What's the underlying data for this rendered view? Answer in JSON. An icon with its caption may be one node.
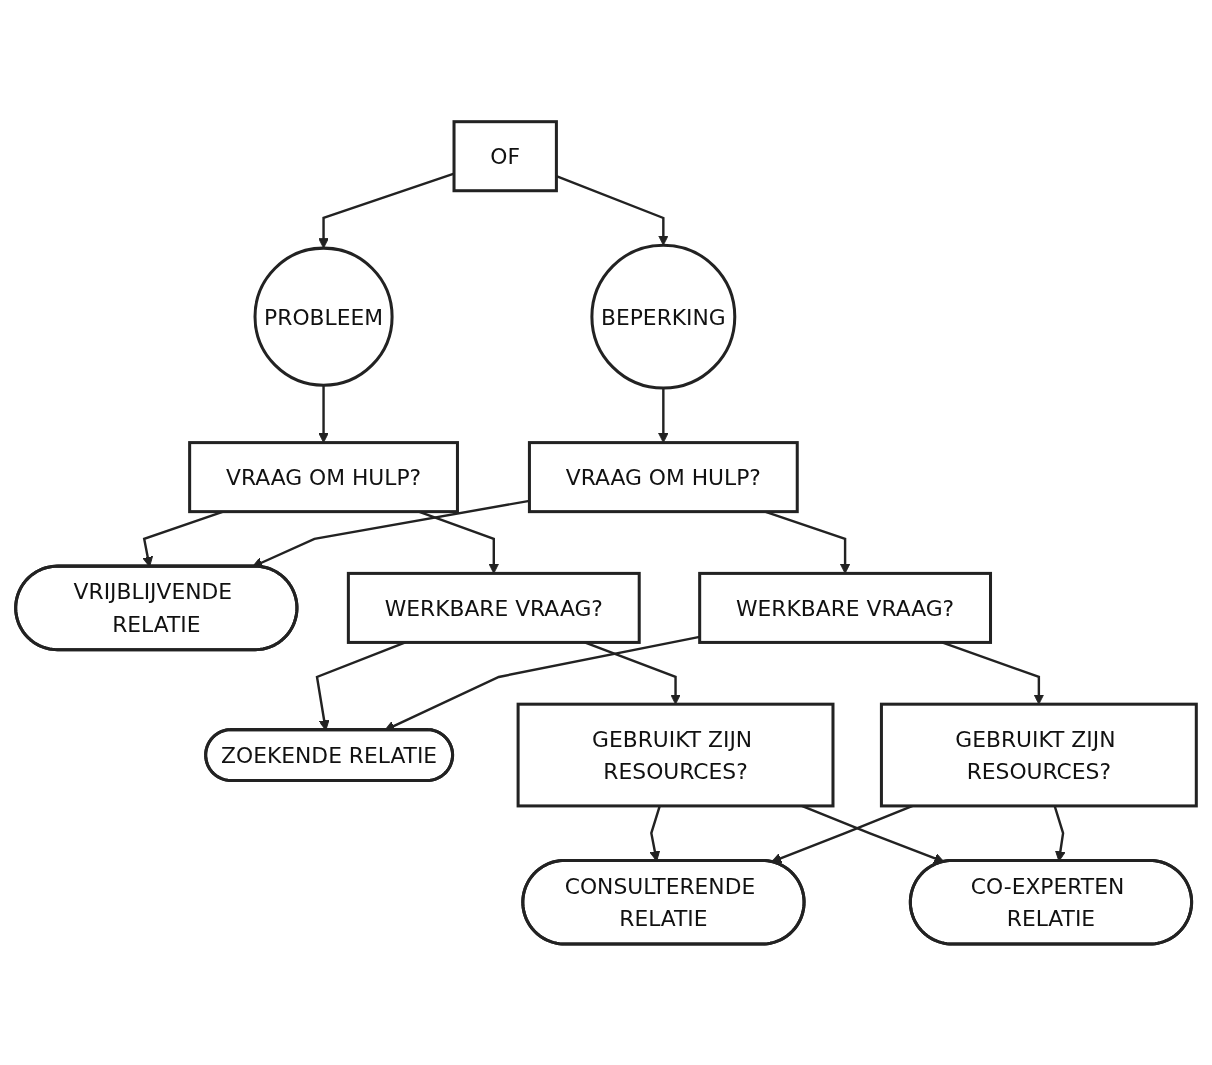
{
  "diagram": {
    "nodes": [
      {
        "text": [
          "OF"
        ]
      },
      {
        "text": [
          "PROBLEEM"
        ]
      },
      {
        "text": [
          "BEPERKING"
        ]
      },
      {
        "text": [
          "VRAAG OM HULP?"
        ]
      },
      {
        "text": [
          "VRIJBLIJVENDE RELATIE"
        ]
      },
      {
        "text": [
          "VRAAG OM HULP?"
        ]
      },
      {
        "text": [
          "WERKBARE VRAAG?"
        ]
      },
      {
        "text": [
          "ZOEKENDE RELATIE"
        ]
      },
      {
        "text": [
          "WERKBARE VRAAG?"
        ]
      },
      {
        "text": [
          "GEBRUIKT ZIJN RESOURCES?"
        ]
      },
      {
        "text": [
          "CONSULTERENDE RELATIE"
        ]
      },
      {
        "text": [
          "GEBRUIKT ZIJN RESOURCES?"
        ]
      },
      {
        "text": [
          "CO-EXPERTEN RELATIE"
        ]
      }
    ],
    "edges": [
      {
        "from": 0,
        "to": 1,
        "arrow": "to"
      },
      {
        "from": 0,
        "to": 2,
        "arrow": "to"
      },
      {
        "from": 1,
        "to": 3,
        "arrow": "to"
      },
      {
        "from": 2,
        "to": 5,
        "arrow": "to"
      },
      {
        "from": 3,
        "to": 4,
        "arrow": "to"
      },
      {
        "from": 5,
        "to": 4,
        "arrow": "to"
      },
      {
        "from": 3,
        "to": 6,
        "arrow": "to"
      },
      {
        "from": 5,
        "to": 8,
        "arrow": "to"
      },
      {
        "from": 6,
        "to": 7,
        "arrow": "to"
      },
      {
        "from": 8,
        "to": 7,
        "arrow": "to"
      },
      {
        "from": 6,
        "to": 9,
        "arrow": "to"
      },
      {
        "from": 8,
        "to": 11,
        "arrow": "to"
      },
      {
        "from": 9,
        "to": 10,
        "arrow": "to"
      },
      {
        "from": 11,
        "to": 10,
        "arrow": "to"
      },
      {
        "from": 9,
        "to": 12,
        "arrow": "to"
      },
      {
        "from": 11,
        "to": 12,
        "arrow": "to"
      }
    ]
  }
}
